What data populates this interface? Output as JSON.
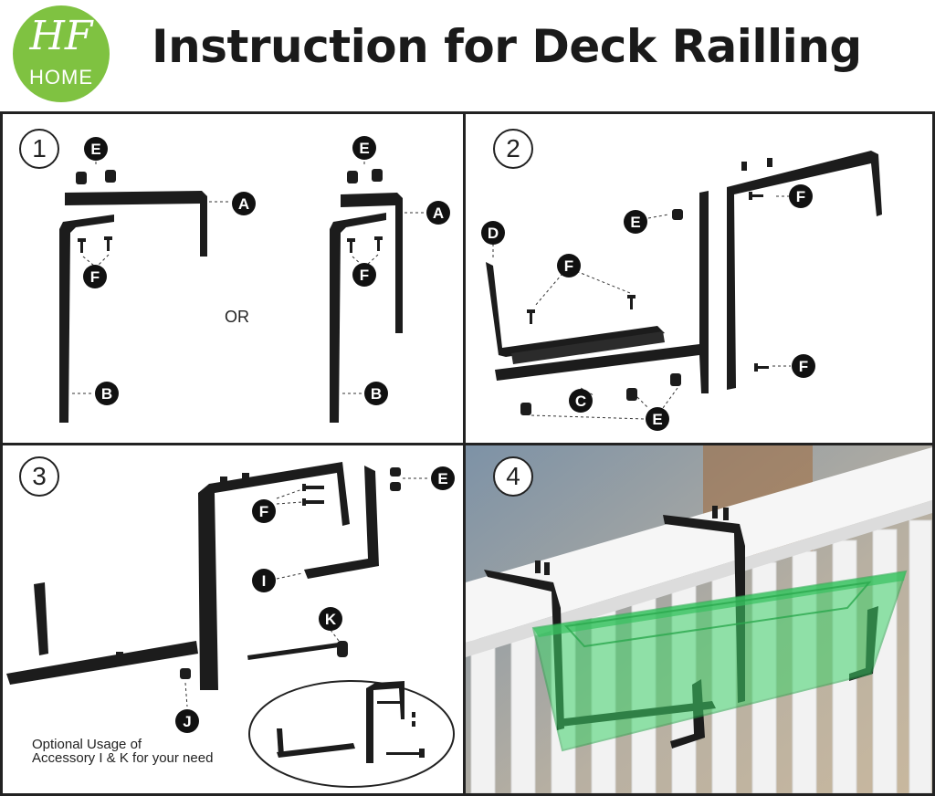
{
  "brand": {
    "mark": "HF",
    "word": "HOME",
    "color": "#7fc241"
  },
  "title": "Instruction for Deck Railling",
  "steps": [
    "1",
    "2",
    "3",
    "4"
  ],
  "parts": {
    "a": "A",
    "b": "B",
    "c": "C",
    "d": "D",
    "e": "E",
    "f": "F",
    "i": "I",
    "j": "J",
    "k": "K"
  },
  "step1": {
    "or": "OR"
  },
  "step3": {
    "note_line1": "Optional Usage of",
    "note_line2": "Accessory I & K for your need"
  },
  "colors": {
    "bracket": "#1c1c1c",
    "planter": "#3fd36a",
    "rail": "#f4f4f4"
  }
}
